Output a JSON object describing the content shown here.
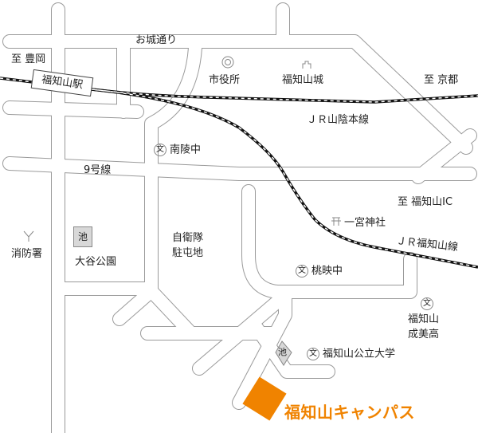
{
  "colors": {
    "road_outline": "#9a9a9a",
    "rail": "#111111",
    "campus": "#f08300",
    "pond": "#d8d8d8"
  },
  "roads": {
    "oshiro_dori": "お城通り",
    "route9": "9号線"
  },
  "directions": {
    "toyooka": "至 豊岡",
    "kyoto": "至 京都",
    "fukuchiyama_ic": "至 福知山IC"
  },
  "stations": {
    "fukuchiyama": "福知山駅"
  },
  "railways": {
    "sanin": "ＪＲ山陰本線",
    "fukuchiyama": "ＪＲ福知山線"
  },
  "landmarks": {
    "city_hall": "市役所",
    "castle": "福知山城",
    "nanryo": "南陵中",
    "ichinomiya": "一宮神社",
    "fire_station": "消防署",
    "pond": "池",
    "otani_park": "大谷公園",
    "sdf_line1": "自衛隊",
    "sdf_line2": "駐屯地",
    "toei": "桃映中",
    "seibi_line1": "福知山",
    "seibi_line2": "成美高",
    "university": "福知山公立大学",
    "school_symbol": "文"
  },
  "campus": {
    "label": "福知山キャンパス"
  }
}
